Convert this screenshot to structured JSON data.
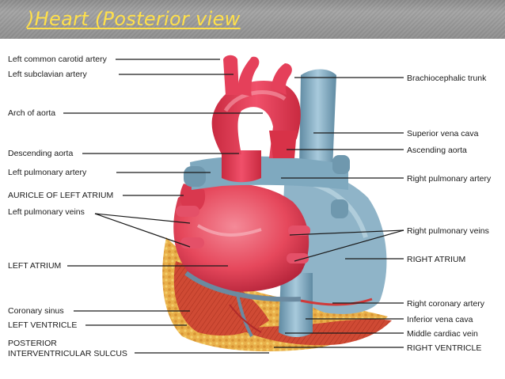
{
  "title": ")Heart (Posterior view",
  "labels_left": {
    "left_common_carotid": "Left common carotid artery",
    "left_subclavian": "Left subclavian artery",
    "arch_of_aorta": "Arch of aorta",
    "descending_aorta": "Descending aorta",
    "left_pulmonary_artery": "Left pulmonary artery",
    "auricle_left_atrium": "AURICLE OF LEFT ATRIUM",
    "left_pulmonary_veins": "Left pulmonary veins",
    "left_atrium": "LEFT ATRIUM",
    "coronary_sinus": "Coronary sinus",
    "left_ventricle": "LEFT VENTRICLE",
    "posterior_line1": "POSTERIOR",
    "posterior_line2": "INTERVENTRICULAR SULCUS"
  },
  "labels_right": {
    "brachiocephalic_trunk": "Brachiocephalic trunk",
    "superior_vena_cava": "Superior vena cava",
    "ascending_aorta": "Ascending aorta",
    "right_pulmonary_artery": "Right pulmonary artery",
    "right_pulmonary_veins": "Right pulmonary veins",
    "right_atrium": "RIGHT ATRIUM",
    "right_coronary_artery": "Right coronary artery",
    "inferior_vena_cava": "Inferior vena cava",
    "middle_cardiac_vein": "Middle cardiac vein",
    "right_ventricle": "RIGHT VENTRICLE"
  },
  "colors": {
    "artery": "#e8344a",
    "vein": "#7fa9bf",
    "muscle": "#d9553a",
    "fat": "#e6b24a",
    "title": "#ffe04a"
  }
}
